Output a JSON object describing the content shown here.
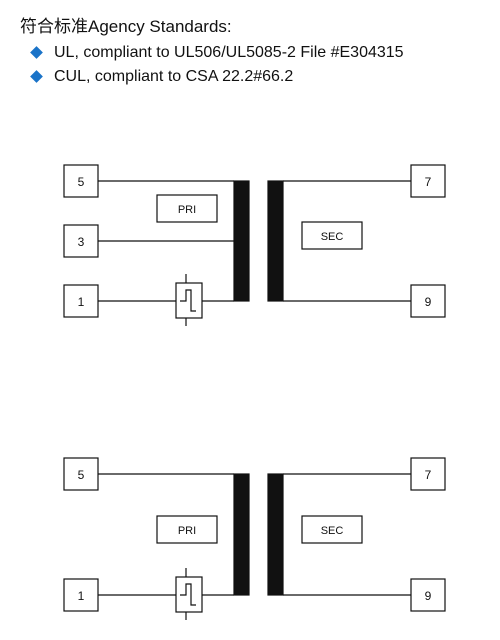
{
  "header": {
    "title": "符合标准Agency Standards:",
    "standards": [
      "UL, compliant to UL506/UL5085-2 File #E304315",
      "CUL, compliant to CSA 22.2#66.2"
    ]
  },
  "diagrams": [
    {
      "primary_pins": [
        "5",
        "3",
        "1"
      ],
      "secondary_pins": [
        "7",
        "9"
      ],
      "primary_label": "PRI",
      "secondary_label": "SEC"
    },
    {
      "primary_pins": [
        "5",
        "1"
      ],
      "secondary_pins": [
        "7",
        "9"
      ],
      "primary_label": "PRI",
      "secondary_label": "SEC"
    }
  ],
  "colors": {
    "bullet": "#1a73c8",
    "line": "#111111"
  }
}
